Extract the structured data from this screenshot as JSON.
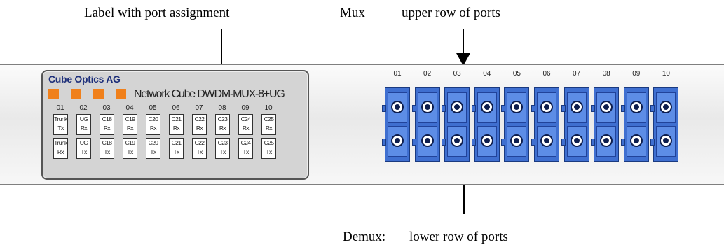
{
  "captions": {
    "label": "Label with port assignment",
    "mux": "Mux",
    "upper": "upper row of ports",
    "demux": "Demux:",
    "lower": "lower row of ports"
  },
  "label_plate": {
    "brand": "Cube Optics AG",
    "product": "Network Cube DWDM-MUX-8+UG",
    "led_color": "#f0801b",
    "ports": [
      {
        "num": "01",
        "top": [
          "Trunk",
          "Tx"
        ],
        "bottom": [
          "Trunk",
          "Rx"
        ]
      },
      {
        "num": "02",
        "top": [
          "UG",
          "Rx"
        ],
        "bottom": [
          "UG",
          "Tx"
        ]
      },
      {
        "num": "03",
        "top": [
          "C18",
          "Rx"
        ],
        "bottom": [
          "C18",
          "Tx"
        ]
      },
      {
        "num": "04",
        "top": [
          "C19",
          "Rx"
        ],
        "bottom": [
          "C19",
          "Tx"
        ]
      },
      {
        "num": "05",
        "top": [
          "C20",
          "Rx"
        ],
        "bottom": [
          "C20",
          "Tx"
        ]
      },
      {
        "num": "06",
        "top": [
          "C21",
          "Rx"
        ],
        "bottom": [
          "C21",
          "Tx"
        ]
      },
      {
        "num": "07",
        "top": [
          "C22",
          "Rx"
        ],
        "bottom": [
          "C22",
          "Tx"
        ]
      },
      {
        "num": "08",
        "top": [
          "C23",
          "Rx"
        ],
        "bottom": [
          "C23",
          "Tx"
        ]
      },
      {
        "num": "09",
        "top": [
          "C24",
          "Rx"
        ],
        "bottom": [
          "C24",
          "Tx"
        ]
      },
      {
        "num": "10",
        "top": [
          "C25",
          "Rx"
        ],
        "bottom": [
          "C25",
          "Tx"
        ]
      }
    ]
  },
  "connectors": {
    "numbers": [
      "01",
      "02",
      "03",
      "04",
      "05",
      "06",
      "07",
      "08",
      "09",
      "10"
    ],
    "color": "#3f6fd0"
  }
}
